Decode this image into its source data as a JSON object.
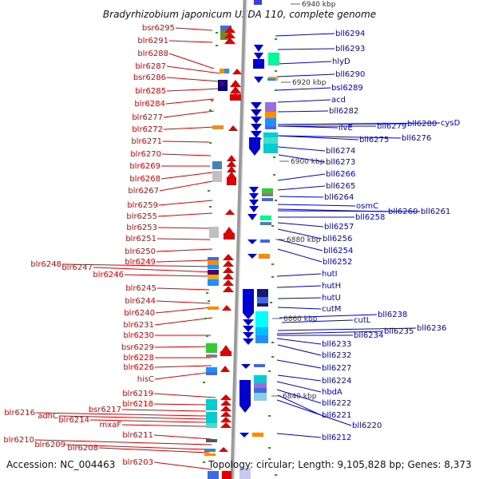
{
  "header": {
    "title": "Bradyrhizobium japonicum USDA 110, complete genome"
  },
  "footer": {
    "accession": "Accession: NC_004463",
    "summary": "Topology: circular; Length: 9,105,828 bp; Genes: 8,373"
  },
  "axis": {
    "ticks": [
      "6940 kbp",
      "6920 kbp",
      "6900 kbp",
      "6880 kbp",
      "6860 kbp",
      "6840 kbp"
    ]
  },
  "colors": {
    "forward": "#e00000",
    "reverse": "#0000d0",
    "backbone": "#a0a0a0"
  },
  "genes_left": [
    "bsr6295",
    "blr6291",
    "blr6288",
    "blr6287",
    "bsr6286",
    "blr6285",
    "blr6284",
    "blr6277",
    "blr6272",
    "blr6271",
    "blr6270",
    "blr6269",
    "blr6268",
    "blr6267",
    "blr6259",
    "blr6255",
    "blr6253",
    "blr6251",
    "blr6250",
    "blr6249",
    "blr6248",
    "blr6247",
    "blr6246",
    "blr6245",
    "blr6244",
    "blr6240",
    "blr6231",
    "blr6230",
    "bsr6229",
    "blr6228",
    "blr6226",
    "hisC",
    "blr6219",
    "blr6218",
    "bsr6217",
    "blr6216",
    "adhC",
    "blr6214",
    "mxaF",
    "blr6211",
    "blr6210",
    "blr6209",
    "blr6208",
    "blr6203"
  ],
  "genes_right": [
    "bll6294",
    "bll6293",
    "hlyD",
    "bll6290",
    "bsl6289",
    "acd",
    "bll6282",
    "bll6280",
    "cysD",
    "ilvE",
    "bll6279",
    "bll6275",
    "bll6276",
    "bll6274",
    "bll6273",
    "bll6266",
    "bll6265",
    "bll6264",
    "osmC",
    "bll6260",
    "bll6261",
    "bll6258",
    "bll6257",
    "bll6256",
    "bll6254",
    "bll6252",
    "hutI",
    "hutH",
    "hutU",
    "cutM",
    "bll6238",
    "cutL",
    "bll6236",
    "bll6235",
    "bll6234",
    "bll6233",
    "bll6232",
    "bll6227",
    "bll6224",
    "hbdA",
    "bll6222",
    "bll6221",
    "bll6220",
    "bll6212"
  ]
}
